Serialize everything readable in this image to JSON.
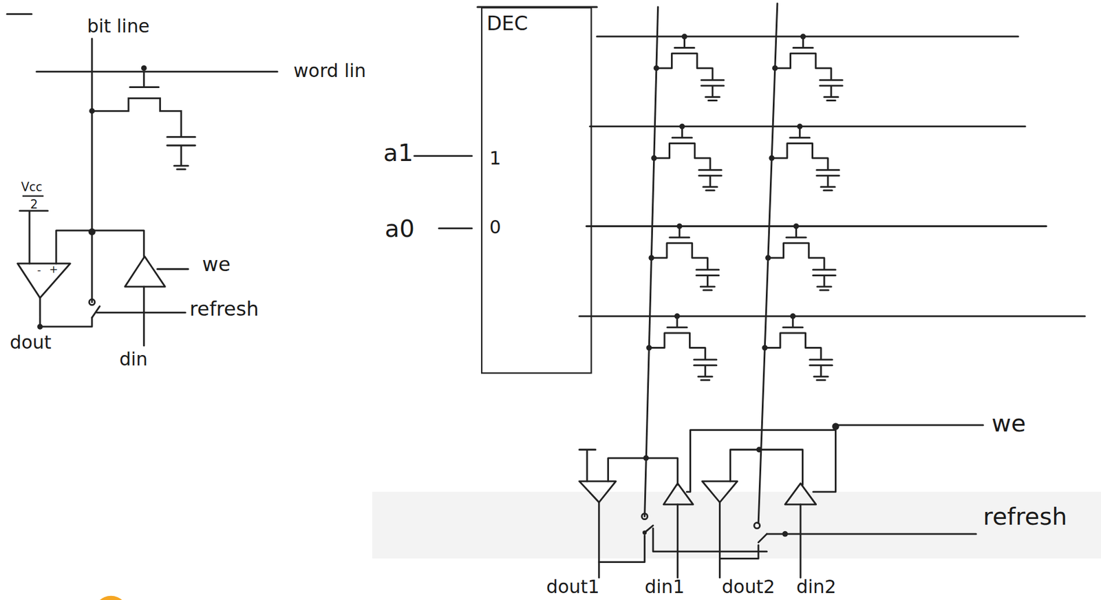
{
  "diagram": {
    "nodes": [
      {
        "text": [
          "DEC",
          "1",
          "0"
        ]
      }
    ],
    "edges": [],
    "labels": [
      "bit line",
      "word lin",
      "Vcc",
      "2",
      "-",
      "+",
      "we",
      "refresh",
      "dout",
      "din",
      "a1",
      "a0",
      "we",
      "refresh",
      "dout1",
      "din1",
      "dout2",
      "din2"
    ]
  }
}
